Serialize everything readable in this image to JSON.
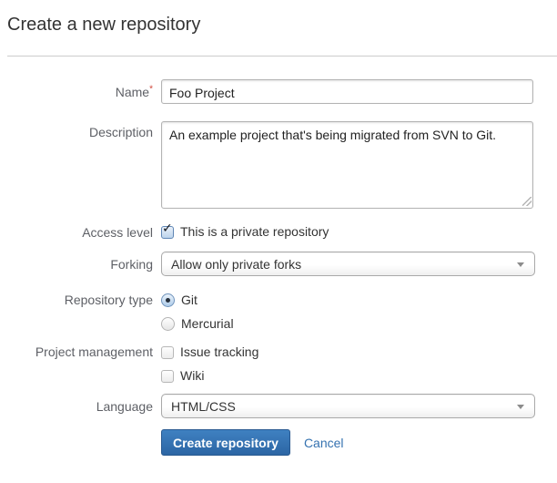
{
  "page": {
    "title": "Create a new repository"
  },
  "form": {
    "name": {
      "label": "Name",
      "required_marker": "*",
      "value": "Foo Project"
    },
    "description": {
      "label": "Description",
      "value": "An example project that's being migrated from SVN to Git."
    },
    "access_level": {
      "label": "Access level",
      "option": "This is a private repository",
      "checked": true
    },
    "forking": {
      "label": "Forking",
      "value": "Allow only private forks"
    },
    "repository_type": {
      "label": "Repository type",
      "options": [
        {
          "label": "Git",
          "selected": true
        },
        {
          "label": "Mercurial",
          "selected": false
        }
      ]
    },
    "project_management": {
      "label": "Project management",
      "options": [
        {
          "label": "Issue tracking",
          "checked": false
        },
        {
          "label": "Wiki",
          "checked": false
        }
      ]
    },
    "language": {
      "label": "Language",
      "value": "HTML/CSS"
    },
    "actions": {
      "submit_label": "Create repository",
      "cancel_label": "Cancel"
    }
  },
  "icons": {
    "checkmark": "✓"
  },
  "colors": {
    "primary_button_top": "#3f81c1",
    "primary_button_bottom": "#2c66a4",
    "link": "#3572b0",
    "required_asterisk": "#d04437",
    "divider": "#cccccc",
    "label_text": "#5e6066"
  }
}
